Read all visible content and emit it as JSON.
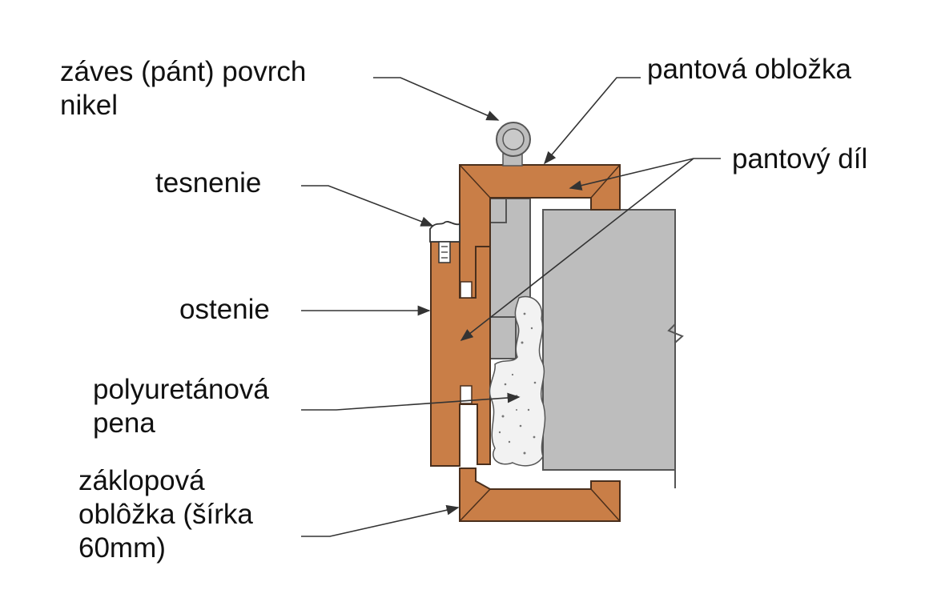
{
  "colors": {
    "wood": "#C97E47",
    "wood_stroke": "#4A2F1C",
    "metal": "#BDBDBD",
    "metal_stroke": "#555555",
    "foam": "#F2F2F2",
    "leader": "#333333",
    "text": "#111111"
  },
  "labels": {
    "hinge": [
      "záves (pánt) povrch",
      "nikel"
    ],
    "hinge_casing": [
      "pantová obložka"
    ],
    "hinge_part": [
      "pantový díl"
    ],
    "seal": [
      "tesnenie"
    ],
    "jamb": [
      "ostenie"
    ],
    "foam": [
      "polyuretánová",
      "pena"
    ],
    "snap_casing": [
      "záklopová",
      "oblôžka (šírka",
      "60mm)"
    ]
  }
}
